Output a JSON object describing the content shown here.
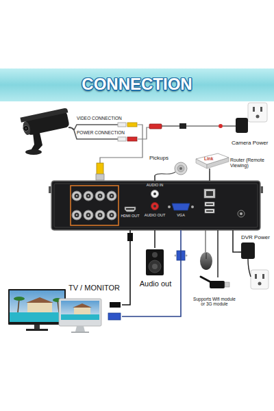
{
  "diagram": {
    "title": "CONNECTION",
    "nodes": [
      {
        "text": [
          "Camera Power"
        ]
      },
      {
        "text": [
          "Pickups"
        ]
      },
      {
        "text": [
          "Link",
          "Router (Remote Viewing)"
        ]
      },
      {
        "text": [
          "AUDIO IN",
          "HDMI OUT",
          "AUDIO OUT",
          "VGA"
        ]
      },
      {
        "text": [
          "DVR Power"
        ]
      },
      {
        "text": [
          "Audio out"
        ]
      },
      {
        "text": [
          "Supports Wifi module or 3G module"
        ]
      },
      {
        "text": [
          "TV / MONITOR"
        ]
      }
    ],
    "edges": [
      {
        "from": 3,
        "to": 1,
        "arrow": "none"
      },
      {
        "from": 3,
        "to": 2,
        "arrow": "none"
      },
      {
        "from": 3,
        "to": 4,
        "arrow": "none"
      },
      {
        "from": 3,
        "to": 5,
        "arrow": "none"
      },
      {
        "from": 3,
        "to": 6,
        "arrow": "none"
      },
      {
        "from": 3,
        "to": 7,
        "arrow": "none"
      },
      {
        "from": 3,
        "to": 7,
        "arrow": "none"
      }
    ],
    "labels": [
      "VIDEO CONNECTION",
      "POWER CONNECTION"
    ]
  }
}
